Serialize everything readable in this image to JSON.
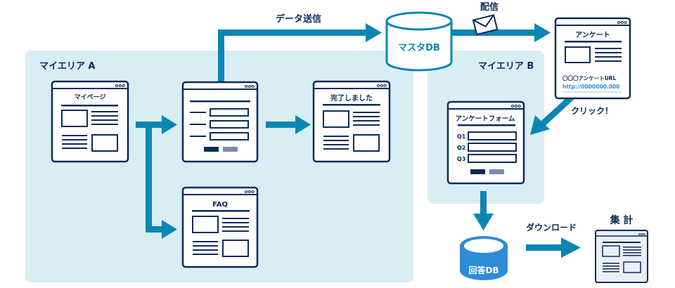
{
  "colors": {
    "navy": "#0c2a5a",
    "teal": "#0a86b4",
    "area_bg": "#d9edf5",
    "db_blue": "#2e8bd8",
    "gray_button": "#7a8aa8",
    "summary_bg": "#e9eef7"
  },
  "areas": {
    "a_label": "マイエリア A",
    "b_label": "マイエリア B"
  },
  "windows": {
    "mypage": {
      "title": "マイページ"
    },
    "form": {
      "title": ""
    },
    "complete": {
      "title": "完了しました"
    },
    "faq": {
      "title": "FAQ"
    },
    "survey_mail": {
      "title": "アンケート",
      "url_label": "〇〇〇アンケートURL",
      "url": "http://0000000.000"
    },
    "survey_form": {
      "title": "アンケートフォーム",
      "questions": [
        "Q1",
        "Q2",
        "Q3"
      ]
    },
    "summary": {
      "title": "集 計"
    }
  },
  "databases": {
    "master": "マスタDB",
    "answer": "回答DB"
  },
  "arrows": {
    "send_data": "データ送信",
    "deliver": "配信",
    "click": "クリック！",
    "download": "ダウンロード"
  },
  "window_dots": "ooo"
}
